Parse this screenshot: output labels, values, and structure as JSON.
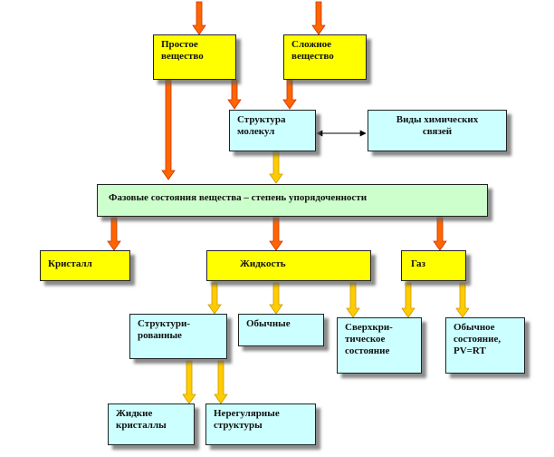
{
  "colors": {
    "yellow_box": "#ffff00",
    "cyan_box": "#ccffff",
    "green_box": "#ccffcc",
    "orange_arrow": "#ff6600",
    "orange_arrow_dark": "#cc3300",
    "yellow_arrow": "#ffcc00",
    "yellow_arrow_dark": "#cc9900"
  },
  "nodes": {
    "simple_substance": "Простое\nвещество",
    "complex_substance": "Сложное\nвещество",
    "molecule_structure": "Структура\nмолекул",
    "chemical_bonds": "Виды химических\nсвязей",
    "phase_states": "Фазовые состояния вещества – степень упорядоченности",
    "crystals": "Кристалл",
    "liquid": "Жидкость",
    "gas": "Газ",
    "structured": "Структури-\nрованные",
    "ordinary": "Обычные",
    "supercritical": "Сверхкри-\nтическое\nсостояние",
    "ordinary_state": "Обычное\nсостояние,\nPV=RT",
    "liquid_crystals": "Жидкие\nкристаллы",
    "irregular_structures": "Нерегулярные\nструктуры"
  }
}
